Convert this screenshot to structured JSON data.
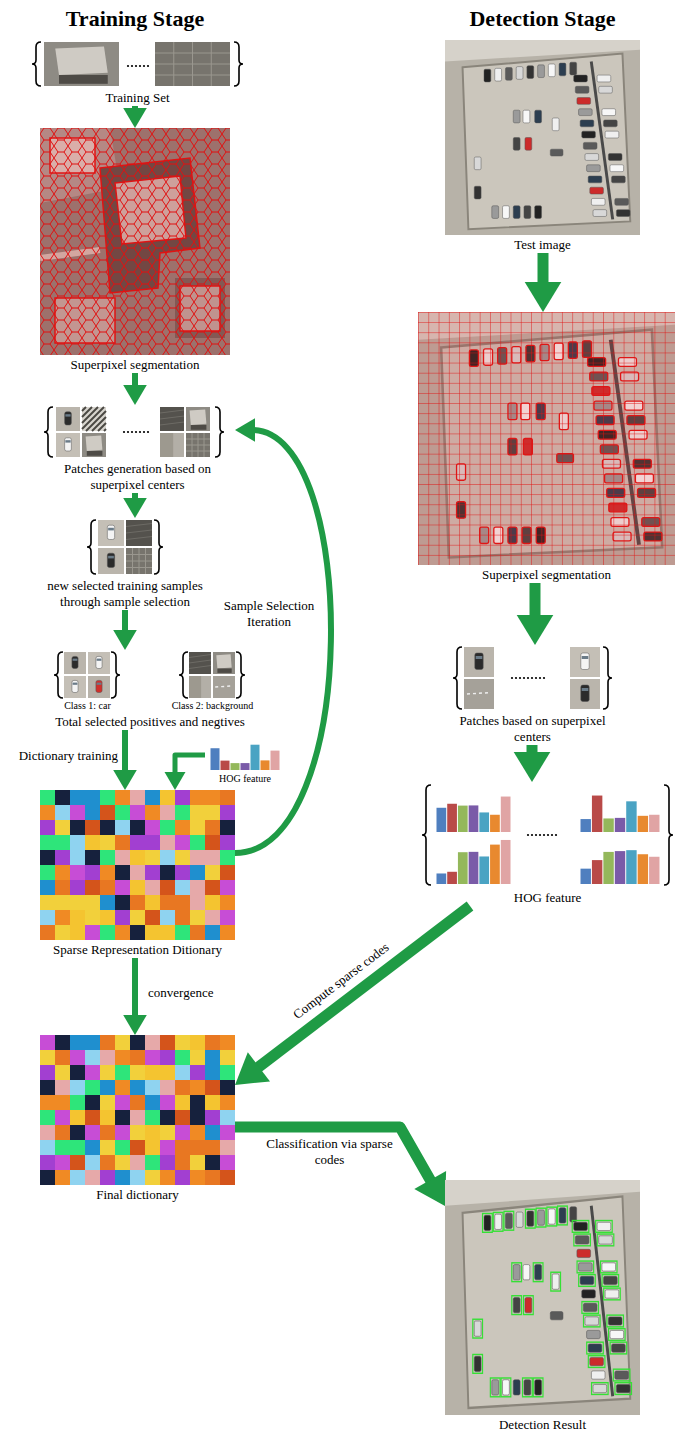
{
  "diagram": {
    "nodes": [
      {
        "text": [
          "Training Set"
        ]
      },
      {
        "text": [
          "Superpixel segmentation"
        ]
      },
      {
        "text": [
          "Patches generation based on superpixel centers"
        ]
      },
      {
        "text": [
          "new selected training samples through sample selection"
        ]
      },
      {
        "text": [
          "Class 1: car",
          "Class 2: background",
          "Total selected positives and negtives"
        ]
      },
      {
        "text": [
          "HOG feature"
        ]
      },
      {
        "text": [
          "Sparse Representation Ditionary"
        ]
      },
      {
        "text": [
          "Final dictionary"
        ]
      },
      {
        "text": [
          "Test image"
        ]
      },
      {
        "text": [
          "Superpixel segmentation"
        ]
      },
      {
        "text": [
          "Patches based on superpixel centers"
        ]
      },
      {
        "text": [
          "HOG feature"
        ]
      },
      {
        "text": [
          "Detection Result"
        ]
      }
    ],
    "edges": [
      {
        "from": 0,
        "to": 1,
        "arrow": "to"
      },
      {
        "from": 1,
        "to": 2,
        "arrow": "to"
      },
      {
        "from": 2,
        "to": 3,
        "arrow": "to"
      },
      {
        "from": 3,
        "to": 4,
        "arrow": "to"
      },
      {
        "from": 4,
        "to": 6,
        "arrow": "to",
        "label": "Dictionary training"
      },
      {
        "from": 5,
        "to": 6,
        "arrow": "to"
      },
      {
        "from": 6,
        "to": 2,
        "arrow": "to",
        "label": "Sample Selection Iteration"
      },
      {
        "from": 6,
        "to": 7,
        "arrow": "to",
        "label": "convergence"
      },
      {
        "from": 8,
        "to": 9,
        "arrow": "to"
      },
      {
        "from": 9,
        "to": 10,
        "arrow": "to"
      },
      {
        "from": 10,
        "to": 11,
        "arrow": "to"
      },
      {
        "from": 11,
        "to": 7,
        "arrow": "to",
        "label": "Compute sparse codes"
      },
      {
        "from": 7,
        "to": 12,
        "arrow": "to",
        "label": "Classification via sparse codes"
      }
    ],
    "labels": [
      "Training Stage",
      "Detection Stage"
    ]
  }
}
